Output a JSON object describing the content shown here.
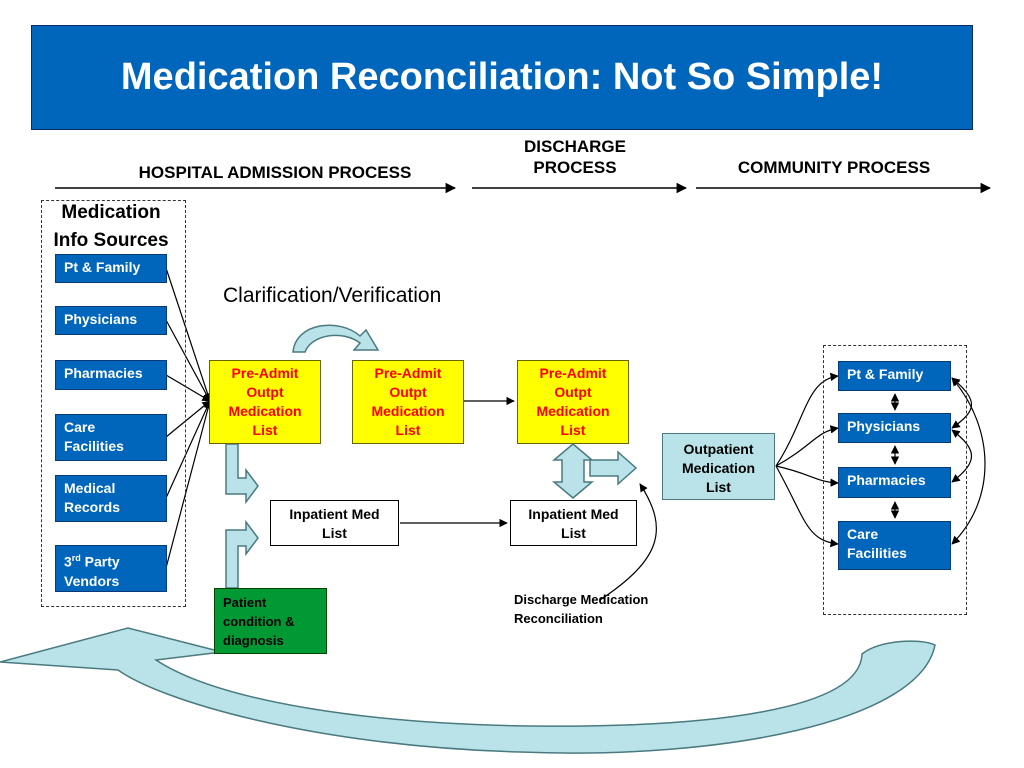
{
  "title": "Medication Reconciliation: Not So Simple!",
  "phases": {
    "admission": "HOSPITAL ADMISSION PROCESS",
    "discharge": "DISCHARGE\nPROCESS",
    "community": "COMMUNITY PROCESS"
  },
  "sources": {
    "heading": "Medication\nInfo Sources",
    "items": [
      "Pt & Family",
      "Physicians",
      "Pharmacies",
      "Care\nFacilities",
      "Medical\nRecords"
    ],
    "vendors": {
      "prefix": "3",
      "sup": "rd",
      "rest": " Party\nVendors"
    }
  },
  "clarification_label": "Clarification/Verification",
  "pre_admit_list": "Pre-Admit\nOutpt\nMedication\nList",
  "inpatient_med_list": "Inpatient Med\nList",
  "patient_condition": "Patient\ncondition &\ndiagnosis",
  "outpatient_med_list": "Outpatient\nMedication\nList",
  "discharge_reconciliation": "Discharge Medication\nReconciliation",
  "community": {
    "items": [
      "Pt & Family",
      "Physicians",
      "Pharmacies",
      "Care\nFacilities"
    ]
  },
  "colors": {
    "title_bg": "#0066bb",
    "box_blue": "#0066bb",
    "list_yellow": "#ffff00",
    "list_text_red": "#ff0000",
    "arrow_teal": "#b9e3e8",
    "patient_green": "#009933"
  }
}
